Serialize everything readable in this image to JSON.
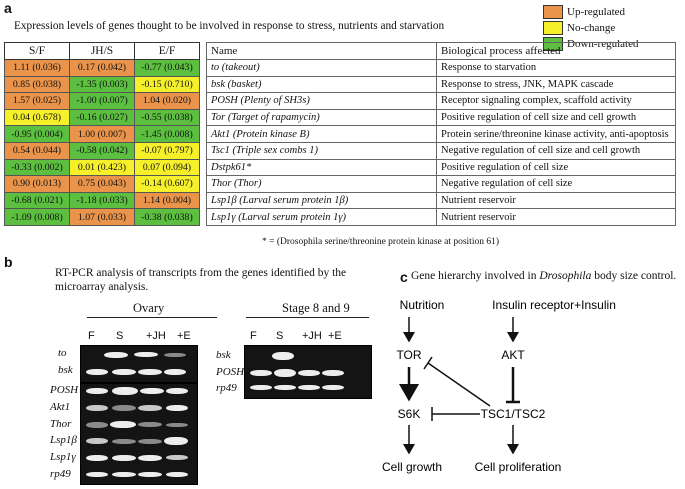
{
  "panel_a": {
    "letter": "a",
    "title": "Expression levels of genes thought to be involved in response to stress, nutrients and starvation",
    "legend": [
      {
        "label": "Up-regulated",
        "color": "#e9944a"
      },
      {
        "label": "No-change",
        "color": "#f5f02a"
      },
      {
        "label": "Down-regulated",
        "color": "#5cbf3f"
      }
    ],
    "value_headers": [
      "S/F",
      "JH/S",
      "E/F"
    ],
    "rows": [
      {
        "sf": "1.11 (0.036)",
        "sf_c": "up",
        "jh": "0.17 (0.042)",
        "jh_c": "up",
        "ef": "-0.77 (0.043)",
        "ef_c": "dn",
        "name": "to (takeout)",
        "process": "Response to starvation"
      },
      {
        "sf": "0.85 (0.038)",
        "sf_c": "up",
        "jh": "-1.35 (0.003)",
        "jh_c": "dn",
        "ef": "-0.15 (0.710)",
        "ef_c": "no",
        "name": "bsk (basket)",
        "process": "Response to stress, JNK, MAPK cascade"
      },
      {
        "sf": "1.57 (0.025)",
        "sf_c": "up",
        "jh": "-1.00 (0.007)",
        "jh_c": "dn",
        "ef": "1.04 (0.020)",
        "ef_c": "up",
        "name": "POSH (Plenty of SH3s)",
        "process": "Receptor signaling complex, scaffold activity"
      },
      {
        "sf": "0.04 (0.678)",
        "sf_c": "no",
        "jh": "-0.16 (0.027)",
        "jh_c": "dn",
        "ef": "-0.55 (0.038)",
        "ef_c": "dn",
        "name": "Tor (Target of rapamycin)",
        "process": "Positive regulation of cell size and cell growth"
      },
      {
        "sf": "-0.95 (0.004)",
        "sf_c": "dn",
        "jh": "1.00 (0.007)",
        "jh_c": "up",
        "ef": "-1.45 (0.008)",
        "ef_c": "dn",
        "name": "Akt1 (Protein kinase B)",
        "process": "Protein serine/threonine kinase activity, anti-apoptosis"
      },
      {
        "sf": "0.54 (0.044)",
        "sf_c": "up",
        "jh": "-0.58 (0.042)",
        "jh_c": "dn",
        "ef": "-0.07 (0.797)",
        "ef_c": "no",
        "name": "Tsc1 (Triple sex combs 1)",
        "process": "Negative regulation of cell size and cell growth"
      },
      {
        "sf": "-0.33 (0.002)",
        "sf_c": "dn",
        "jh": "0.01 (0.423)",
        "jh_c": "no",
        "ef": "0.07 (0.094)",
        "ef_c": "no",
        "name": "Dstpk61*",
        "process": "Positive regulation of cell size"
      },
      {
        "sf": "0.90 (0.013)",
        "sf_c": "up",
        "jh": "0.75 (0.043)",
        "jh_c": "up",
        "ef": "-0.14 (0.607)",
        "ef_c": "no",
        "name": "Thor (Thor)",
        "process": "Negative regulation of cell size"
      },
      {
        "sf": "-0.68 (0.021)",
        "sf_c": "dn",
        "jh": "-1.18 (0.033)",
        "jh_c": "dn",
        "ef": "1.14 (0.004)",
        "ef_c": "up",
        "name": "Lsp1β (Larval serum protein 1β)",
        "process": "Nutrient reservoir"
      },
      {
        "sf": "-1.09 (0.008)",
        "sf_c": "dn",
        "jh": "1.07 (0.033)",
        "jh_c": "up",
        "ef": "-0.38 (0.038)",
        "ef_c": "dn",
        "name": "Lsp1γ (Larval serum protein 1γ)",
        "process": "Nutrient reservoir"
      }
    ],
    "name_header": "Name",
    "process_header": "Biological process affected",
    "footnote": "* = (Drosophila serine/threonine protein kinase at position 61)"
  },
  "panel_b": {
    "letter": "b",
    "caption": "RT-PCR analysis of transcripts from the genes identified by the microarray analysis.",
    "ovary_title": "Ovary",
    "ovary_lanes": [
      "F",
      "S",
      "+JH",
      "+E"
    ],
    "ovary_genes": [
      "to",
      "bsk",
      "POSH",
      "Akt1",
      "Thor",
      "Lsp1β",
      "Lsp1γ",
      "rp49"
    ],
    "stage_title": "Stage 8 and 9",
    "stage_lanes": [
      "F",
      "S",
      "+JH",
      "+E"
    ],
    "stage_genes": [
      "bsk",
      "POSH",
      "rp49"
    ]
  },
  "panel_c": {
    "letter": "c",
    "caption_prefix": "Gene hierarchy involved in ",
    "caption_italic": "Drosophila",
    "caption_suffix": " body size control.",
    "nodes": {
      "nutrition": "Nutrition",
      "insulin": "Insulin receptor+Insulin",
      "tor": "TOR",
      "akt": "AKT",
      "s6k": "S6K",
      "tsc": "TSC1/TSC2",
      "growth": "Cell growth",
      "prolif": "Cell proliferation"
    }
  }
}
